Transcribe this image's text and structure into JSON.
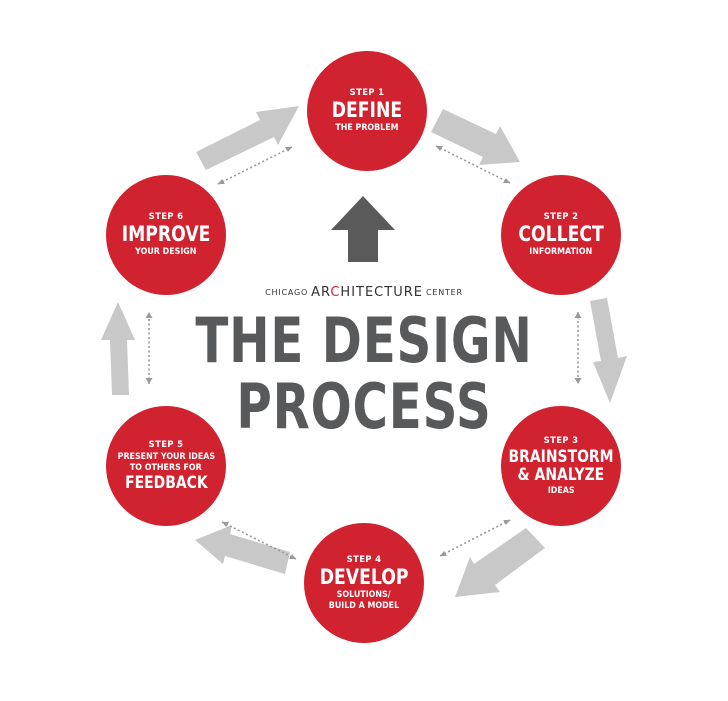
{
  "colors": {
    "circle": "#d0222f",
    "arrow": "#c8c8c8",
    "center_arrow": "#5a5a5a",
    "dotted": "#9a9a9a",
    "title_text": "#58595b"
  },
  "brand": {
    "prefix": "CHICAGO",
    "name_start": "AR",
    "name_accent": "C",
    "name_end": "HITECTURE",
    "suffix": "CENTER"
  },
  "title": {
    "line1": "THE DESIGN",
    "line2": "PROCESS"
  },
  "steps": [
    {
      "num": "STEP 1",
      "title": "DEFINE",
      "sub": "THE PROBLEM"
    },
    {
      "num": "STEP 2",
      "title": "COLLECT",
      "sub": "INFORMATION"
    },
    {
      "num": "STEP 3",
      "title_line1": "BRAINSTORM",
      "title_line2": "& ANALYZE",
      "sub": "IDEAS"
    },
    {
      "num": "STEP 4",
      "title": "DEVELOP",
      "sub_line1": "SOLUTIONS/",
      "sub_line2": "BUILD A MODEL"
    },
    {
      "num": "STEP 5",
      "sub_line1": "PRESENT YOUR IDEAS",
      "sub_line2": "TO OTHERS FOR",
      "title": "FEEDBACK"
    },
    {
      "num": "STEP 6",
      "title": "IMPROVE",
      "sub": "YOUR DESIGN"
    }
  ],
  "center_icon": "up-arrow-icon"
}
